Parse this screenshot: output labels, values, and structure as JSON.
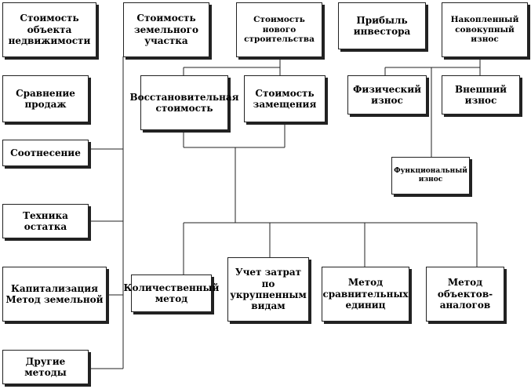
{
  "boxes": {
    "property_value": "Стоимость объекта недвижимости",
    "land_value": "Стоимость земельного участка",
    "new_construction": "Стоимость нового строительства",
    "investor_profit": "Прибыль инвестора",
    "accumulated_wear": "Накопленный совокупный износ",
    "sales_comparison": "Сравнение продаж",
    "reproduction_cost": "Восстановительная стоимость",
    "replacement_cost": "Стоимость замещения",
    "physical_wear": "Физический износ",
    "external_wear": "Внешний износ",
    "allocation": "Соотнесение",
    "functional_wear": "Функциональный износ",
    "residual_technique": "Техника остатка",
    "capitalization": "Капитализация Метод земельной",
    "quantity_survey": "Количественный метод",
    "unit_in_place": "Учет затрат по укрупненным видам",
    "comparative_unit": "Метод сравнительных единиц",
    "analog_objects": "Метод объектов-аналогов",
    "other_methods": "Другие методы"
  }
}
